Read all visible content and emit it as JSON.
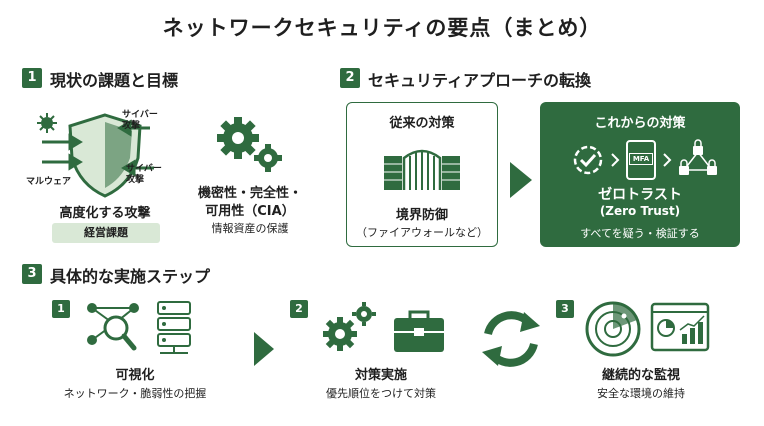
{
  "title": "ネットワークセキュリティの要点（まとめ）",
  "section1": {
    "number": "1",
    "title": "現状の課題と目標",
    "threat_labels": {
      "cyber_attack_top": "サイバー\n攻撃",
      "cyber_attack_bottom": "サイバー\n攻撃",
      "malware": "マルウェア"
    },
    "attack_label": "高度化する攻撃",
    "badge": "経営課題",
    "cia_line1": "機密性・完全性・",
    "cia_line2": "可用性（CIA）",
    "cia_sub": "情報資産の保護"
  },
  "section2": {
    "number": "2",
    "title": "セキュリティアプローチの転換",
    "old": {
      "heading": "従来の対策",
      "label": "境界防御",
      "sub": "（ファイアウォールなど）"
    },
    "new": {
      "heading": "これからの対策",
      "mfa": "MFA",
      "label": "ゼロトラスト",
      "label_en": "(Zero Trust)",
      "sub": "すべてを疑う・検証する"
    }
  },
  "section3": {
    "number": "3",
    "title": "具体的な実施ステップ",
    "steps": [
      {
        "number": "1",
        "label": "可視化",
        "sub": "ネットワーク・脆弱性の把握"
      },
      {
        "number": "2",
        "label": "対策実施",
        "sub": "優先順位をつけて対策"
      },
      {
        "number": "3",
        "label": "継続的な監視",
        "sub": "安全な環境の維持"
      }
    ]
  },
  "colors": {
    "primary": "#2f6b3f",
    "light": "#d9e8d6",
    "text": "#1f1f1f"
  }
}
